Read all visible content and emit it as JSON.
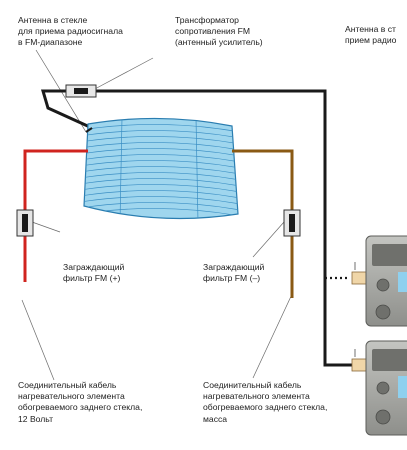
{
  "labels": {
    "antenna_glass": "Антенна в стекле\nдля приема радиосигнала\nв FM-диапазоне",
    "transformer": "Трансформатор\nсопротивления FM\n(антенный усилитель)",
    "antenna_right": "Антенна в ст\nприем радио",
    "filter_plus": "Заграждающий\nфильтр FM (+)",
    "filter_minus": "Заграждающий\nфильтр FM (–)",
    "cable_12v": "Соединительный кабель\nнагревательного элемента\nобогреваемого заднего стекла,\n12 Вольт",
    "cable_ground": "Соединительный кабель\nнагревательного элемента\nобогреваемого заднего стекла,\nмасса"
  },
  "colors": {
    "wire_black": "#1a1a1a",
    "wire_red": "#d0241f",
    "wire_brown": "#8a5a14",
    "leader": "#6a6a6a",
    "glass_fill": "#9fd6ee",
    "glass_stripe": "#3b8fc4",
    "filter_box": "#e6e6e6",
    "connector": "#f0d6a8",
    "radio_body": "#a9aaa6"
  }
}
